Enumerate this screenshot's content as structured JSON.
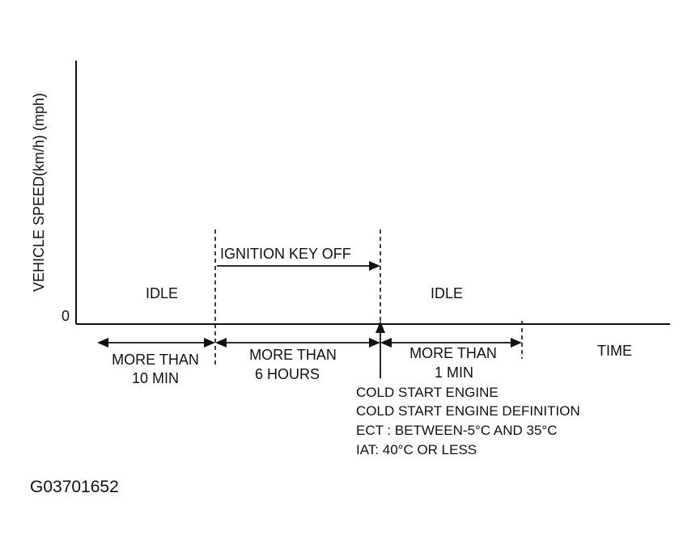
{
  "diagram": {
    "y_axis_label": "VEHICLE SPEED(km/h) (mph)",
    "zero_label": "0",
    "time_label": "TIME",
    "phase_labels": {
      "idle_1": "IDLE",
      "ignition_key_off": "IGNITION KEY OFF",
      "idle_2": "IDLE"
    },
    "durations": {
      "d1_line1": "MORE THAN",
      "d1_line2": "10 MIN",
      "d2_line1": "MORE THAN",
      "d2_line2": "6 HOURS",
      "d3_line1": "MORE THAN",
      "d3_line2": "1 MIN"
    },
    "notes": {
      "line1": "COLD START ENGINE",
      "line2": "COLD START ENGINE DEFINITION",
      "line3": "ECT : BETWEEN-5°C AND 35°C",
      "line4": "IAT: 40°C OR LESS"
    },
    "figure_id": "G03701652"
  }
}
